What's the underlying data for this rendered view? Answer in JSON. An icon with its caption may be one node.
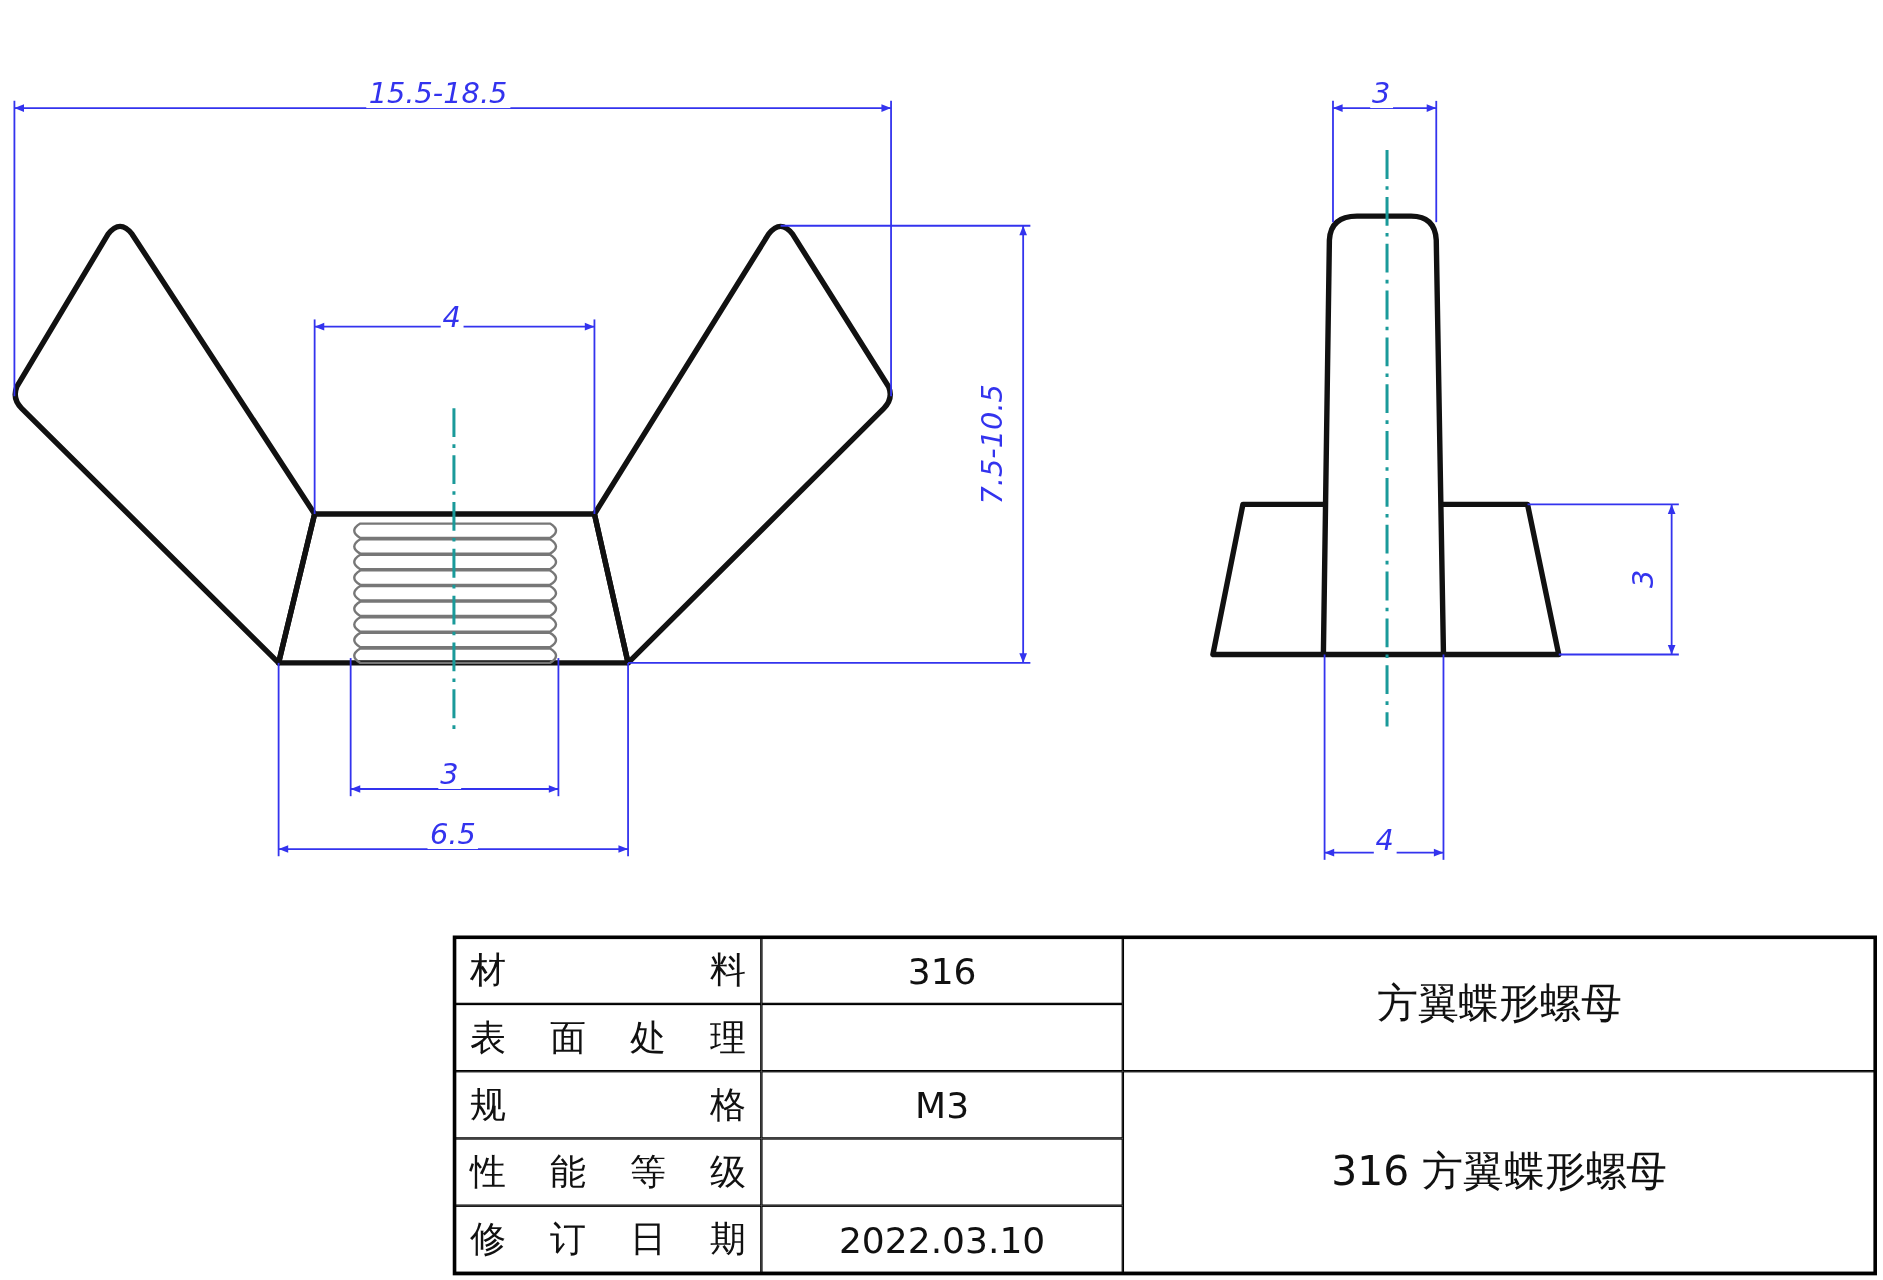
{
  "diagram": {
    "labels": [
      "15.5-18.5",
      "3",
      "4",
      "7.5-10.5",
      "3",
      "3",
      "6.5",
      "4",
      "材料",
      "316",
      "方翼蝶形螺母",
      "表面处理",
      "规格",
      "M3",
      "性能等级",
      "316 方翼蝶形螺母",
      "修订日期",
      "2022.03.10"
    ]
  }
}
